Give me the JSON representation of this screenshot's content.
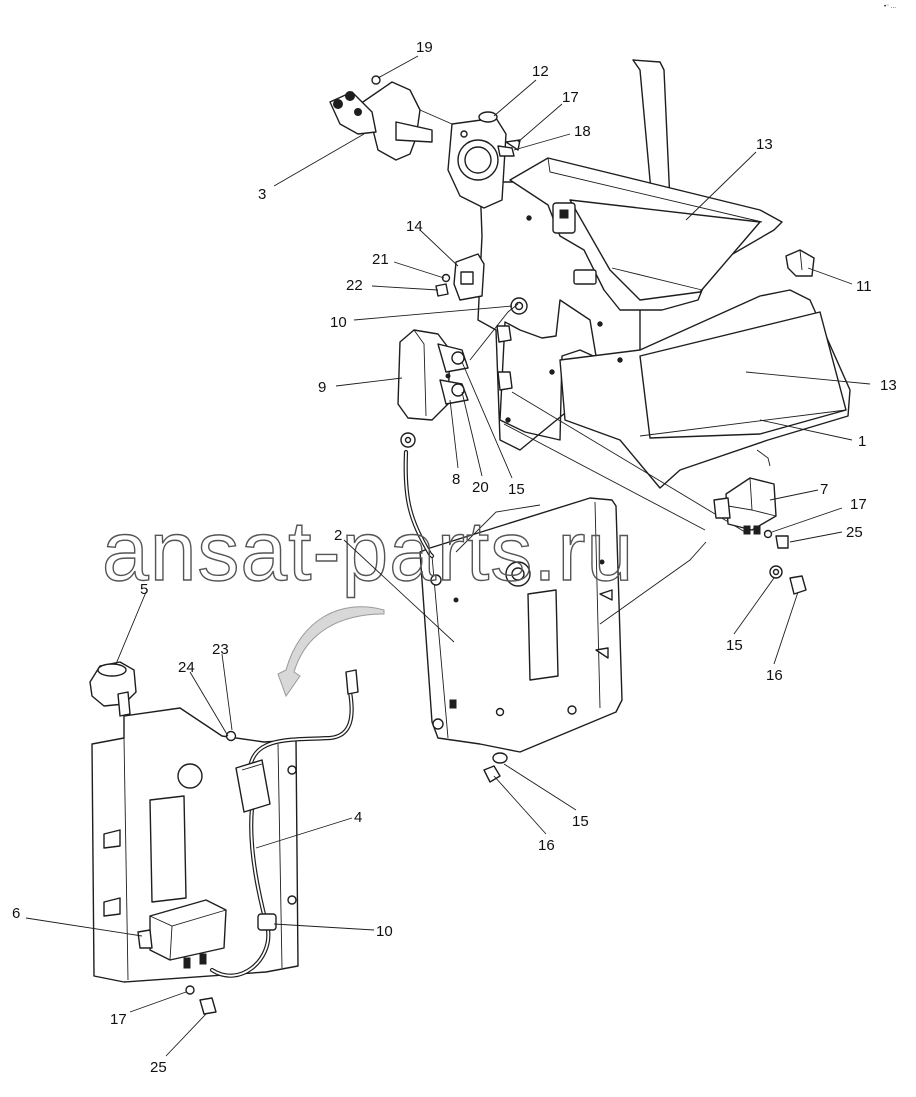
{
  "watermark": "ansat-parts.ru",
  "corner_mark": "•⁻ ...",
  "callouts": [
    {
      "id": "c19a",
      "label": "19"
    },
    {
      "id": "c12",
      "label": "12"
    },
    {
      "id": "c17a",
      "label": "17"
    },
    {
      "id": "c18",
      "label": "18"
    },
    {
      "id": "c13a",
      "label": "13"
    },
    {
      "id": "c3",
      "label": "3"
    },
    {
      "id": "c14",
      "label": "14"
    },
    {
      "id": "c21",
      "label": "21"
    },
    {
      "id": "c22",
      "label": "22"
    },
    {
      "id": "c11",
      "label": "11"
    },
    {
      "id": "c10a",
      "label": "10"
    },
    {
      "id": "c13b",
      "label": "13"
    },
    {
      "id": "c9",
      "label": "9"
    },
    {
      "id": "c1",
      "label": "1"
    },
    {
      "id": "c8",
      "label": "8"
    },
    {
      "id": "c20",
      "label": "20"
    },
    {
      "id": "c15a",
      "label": "15"
    },
    {
      "id": "c7",
      "label": "7"
    },
    {
      "id": "c17b",
      "label": "17"
    },
    {
      "id": "c25a",
      "label": "25"
    },
    {
      "id": "c2",
      "label": "2"
    },
    {
      "id": "c5",
      "label": "5"
    },
    {
      "id": "c15b",
      "label": "15"
    },
    {
      "id": "c16a",
      "label": "16"
    },
    {
      "id": "c23",
      "label": "23"
    },
    {
      "id": "c24",
      "label": "24"
    },
    {
      "id": "c4",
      "label": "4"
    },
    {
      "id": "c15c",
      "label": "15"
    },
    {
      "id": "c16b",
      "label": "16"
    },
    {
      "id": "c6",
      "label": "6"
    },
    {
      "id": "c10b",
      "label": "10"
    },
    {
      "id": "c17c",
      "label": "17"
    },
    {
      "id": "c25b",
      "label": "25"
    }
  ]
}
